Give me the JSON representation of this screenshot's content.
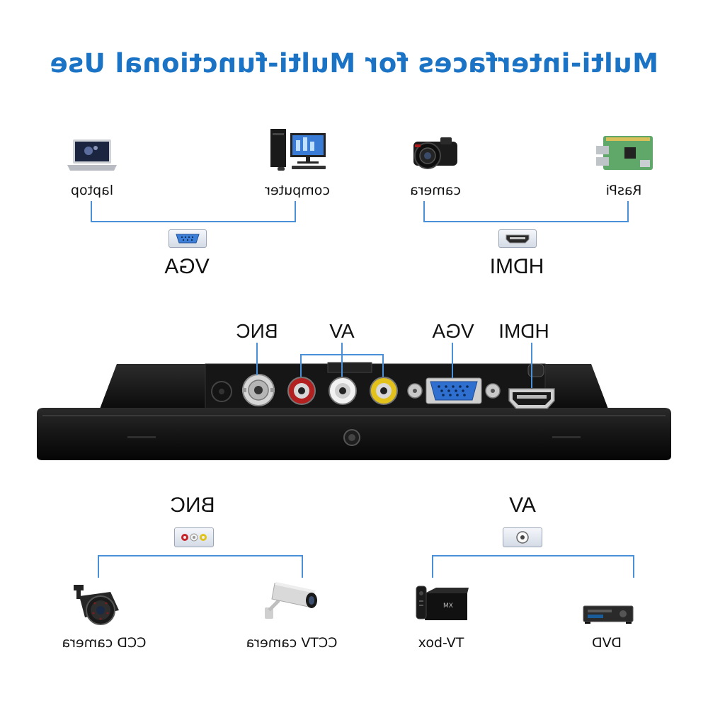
{
  "title": "Multi-interfaces for Multi-functional Use",
  "top_groups": [
    {
      "interface": "VGA",
      "devices": [
        "laptop",
        "computer"
      ]
    },
    {
      "interface": "HDMI",
      "devices": [
        "camera",
        "RasPi"
      ]
    }
  ],
  "monitor_ports": {
    "labels": [
      "BNC",
      "AV",
      "VGA",
      "HDMI"
    ]
  },
  "bottom_groups": [
    {
      "interface": "BNC",
      "devices": [
        "CCD camera",
        "CCTV camera"
      ]
    },
    {
      "interface": "AV",
      "devices": [
        "TV-box",
        "DVD"
      ]
    }
  ],
  "colors": {
    "title": "#1a73c4",
    "connector_line": "#4a90d9",
    "bezel": "#111111"
  },
  "icons": [
    "laptop-icon",
    "computer-icon",
    "camera-icon",
    "raspi-icon",
    "vga-port-icon",
    "hdmi-port-icon",
    "bnc-port-icon",
    "av-port-icon",
    "ccd-camera-icon",
    "cctv-camera-icon",
    "tv-box-icon",
    "dvd-icon"
  ]
}
